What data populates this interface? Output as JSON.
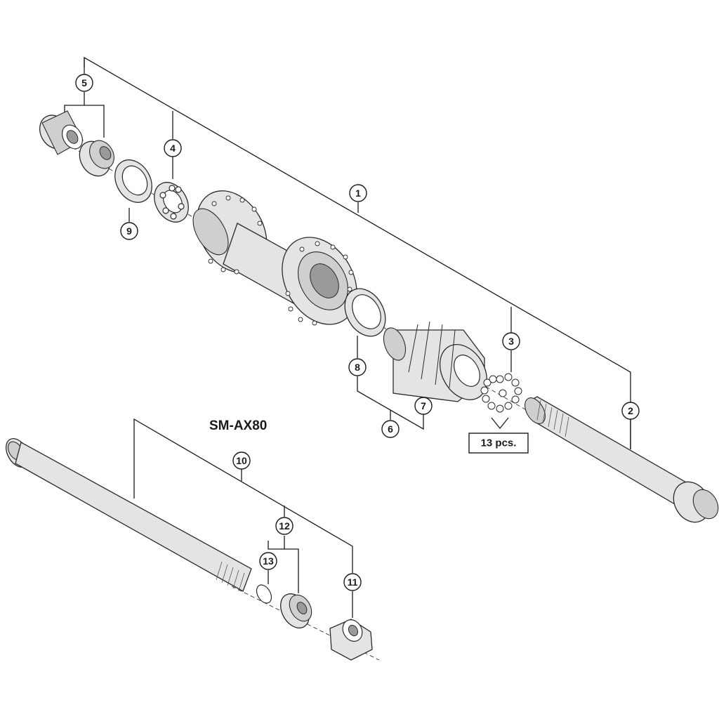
{
  "diagram": {
    "title": "SM-AX80",
    "quantity_label": "13 pcs.",
    "callouts": [
      {
        "id": "c1",
        "label": "1"
      },
      {
        "id": "c2",
        "label": "2"
      },
      {
        "id": "c3",
        "label": "3"
      },
      {
        "id": "c4",
        "label": "4"
      },
      {
        "id": "c5",
        "label": "5"
      },
      {
        "id": "c6",
        "label": "6"
      },
      {
        "id": "c7",
        "label": "7"
      },
      {
        "id": "c8",
        "label": "8"
      },
      {
        "id": "c9",
        "label": "9"
      },
      {
        "id": "c10",
        "label": "10"
      },
      {
        "id": "c11",
        "label": "11"
      },
      {
        "id": "c12",
        "label": "12"
      },
      {
        "id": "c13",
        "label": "13"
      }
    ]
  }
}
